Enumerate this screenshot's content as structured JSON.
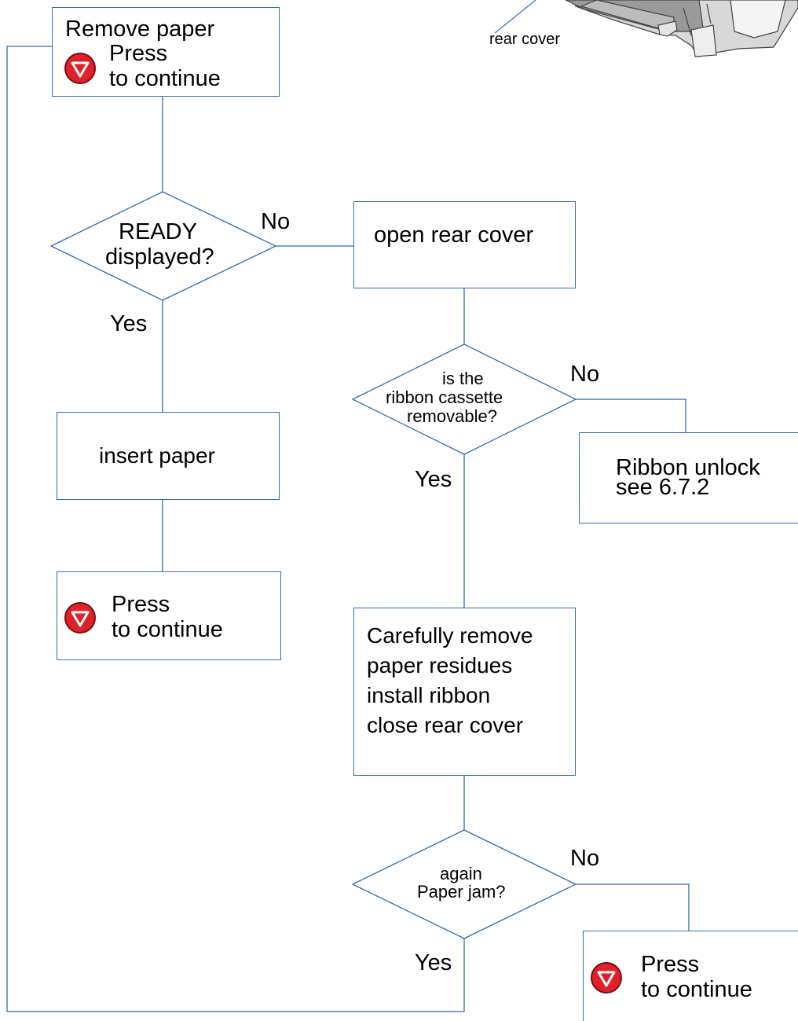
{
  "diagram": {
    "colors": {
      "line": "#2e6db4",
      "button_fill": "#e0202a",
      "button_ring": "#7a0d12",
      "button_glyph": "#ffffff",
      "illustration": "#8a8a8a"
    },
    "illustration": {
      "label": "rear cover"
    },
    "nodes": {
      "remove_paper": {
        "title": "Remove paper",
        "line1": "Press",
        "line2": "to continue",
        "icon": "continue-button-icon"
      },
      "ready_decision": {
        "line1": "READY",
        "line2": "displayed?"
      },
      "open_rear_cover": {
        "label": "open rear cover"
      },
      "insert_paper": {
        "label": "insert paper"
      },
      "press_continue_left": {
        "line1": "Press",
        "line2": "to continue",
        "icon": "continue-button-icon"
      },
      "ribbon_decision": {
        "line1": "is the",
        "line2": "ribbon cassette",
        "line3": "removable?"
      },
      "ribbon_unlock": {
        "line1": "Ribbon unlock",
        "line2": "see 6.7.2"
      },
      "remove_residues": {
        "line1": "Carefully remove",
        "line2": "paper residues",
        "line3": "install ribbon",
        "line4": "close rear cover"
      },
      "jam_decision": {
        "line1": "again",
        "line2": "Paper jam?"
      },
      "press_continue_right": {
        "line1": "Press",
        "line2": "to continue",
        "icon": "continue-button-icon"
      }
    },
    "edge_labels": {
      "ready_no": "No",
      "ready_yes": "Yes",
      "ribbon_no": "No",
      "ribbon_yes": "Yes",
      "jam_no": "No",
      "jam_yes": "Yes"
    }
  }
}
